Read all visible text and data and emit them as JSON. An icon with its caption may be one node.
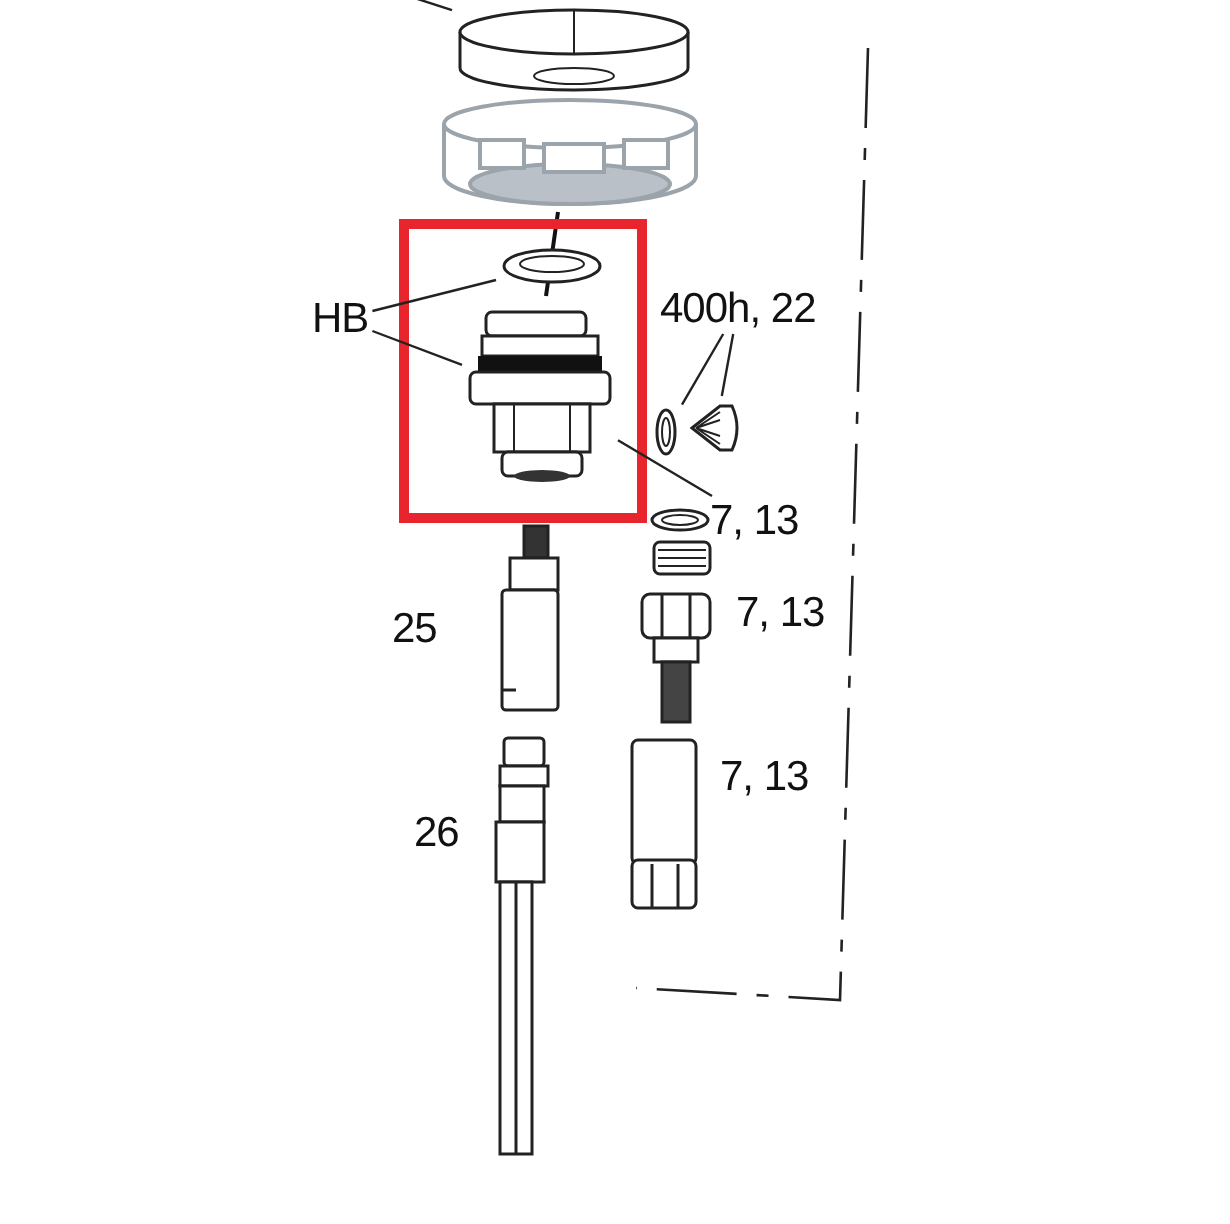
{
  "diagram": {
    "nodes": [
      {
        "text": [],
        "shape": "picture"
      },
      {
        "text": [
          "HB"
        ]
      },
      {
        "text": [],
        "shape": "picture"
      },
      {
        "text": [
          "400h, 22"
        ]
      },
      {
        "text": [],
        "shape": "picture"
      },
      {
        "text": [],
        "shape": "picture"
      },
      {
        "text": [],
        "shape": "picture"
      },
      {
        "text": [
          "7, 13"
        ]
      }
    ],
    "edges": [
      {
        "from": null,
        "to": 0,
        "arrow": "none"
      },
      {
        "from": 1,
        "to": 2,
        "arrow": "none"
      },
      {
        "from": 1,
        "to": 4,
        "arrow": "none"
      },
      {
        "from": 3,
        "to": 5,
        "arrow": "none"
      },
      {
        "from": 3,
        "to": 6,
        "arrow": "none"
      },
      {
        "from": 7,
        "to": 4,
        "arrow": "none"
      }
    ],
    "labels": [
      "7, 13",
      "25",
      "7, 13",
      "26"
    ]
  }
}
